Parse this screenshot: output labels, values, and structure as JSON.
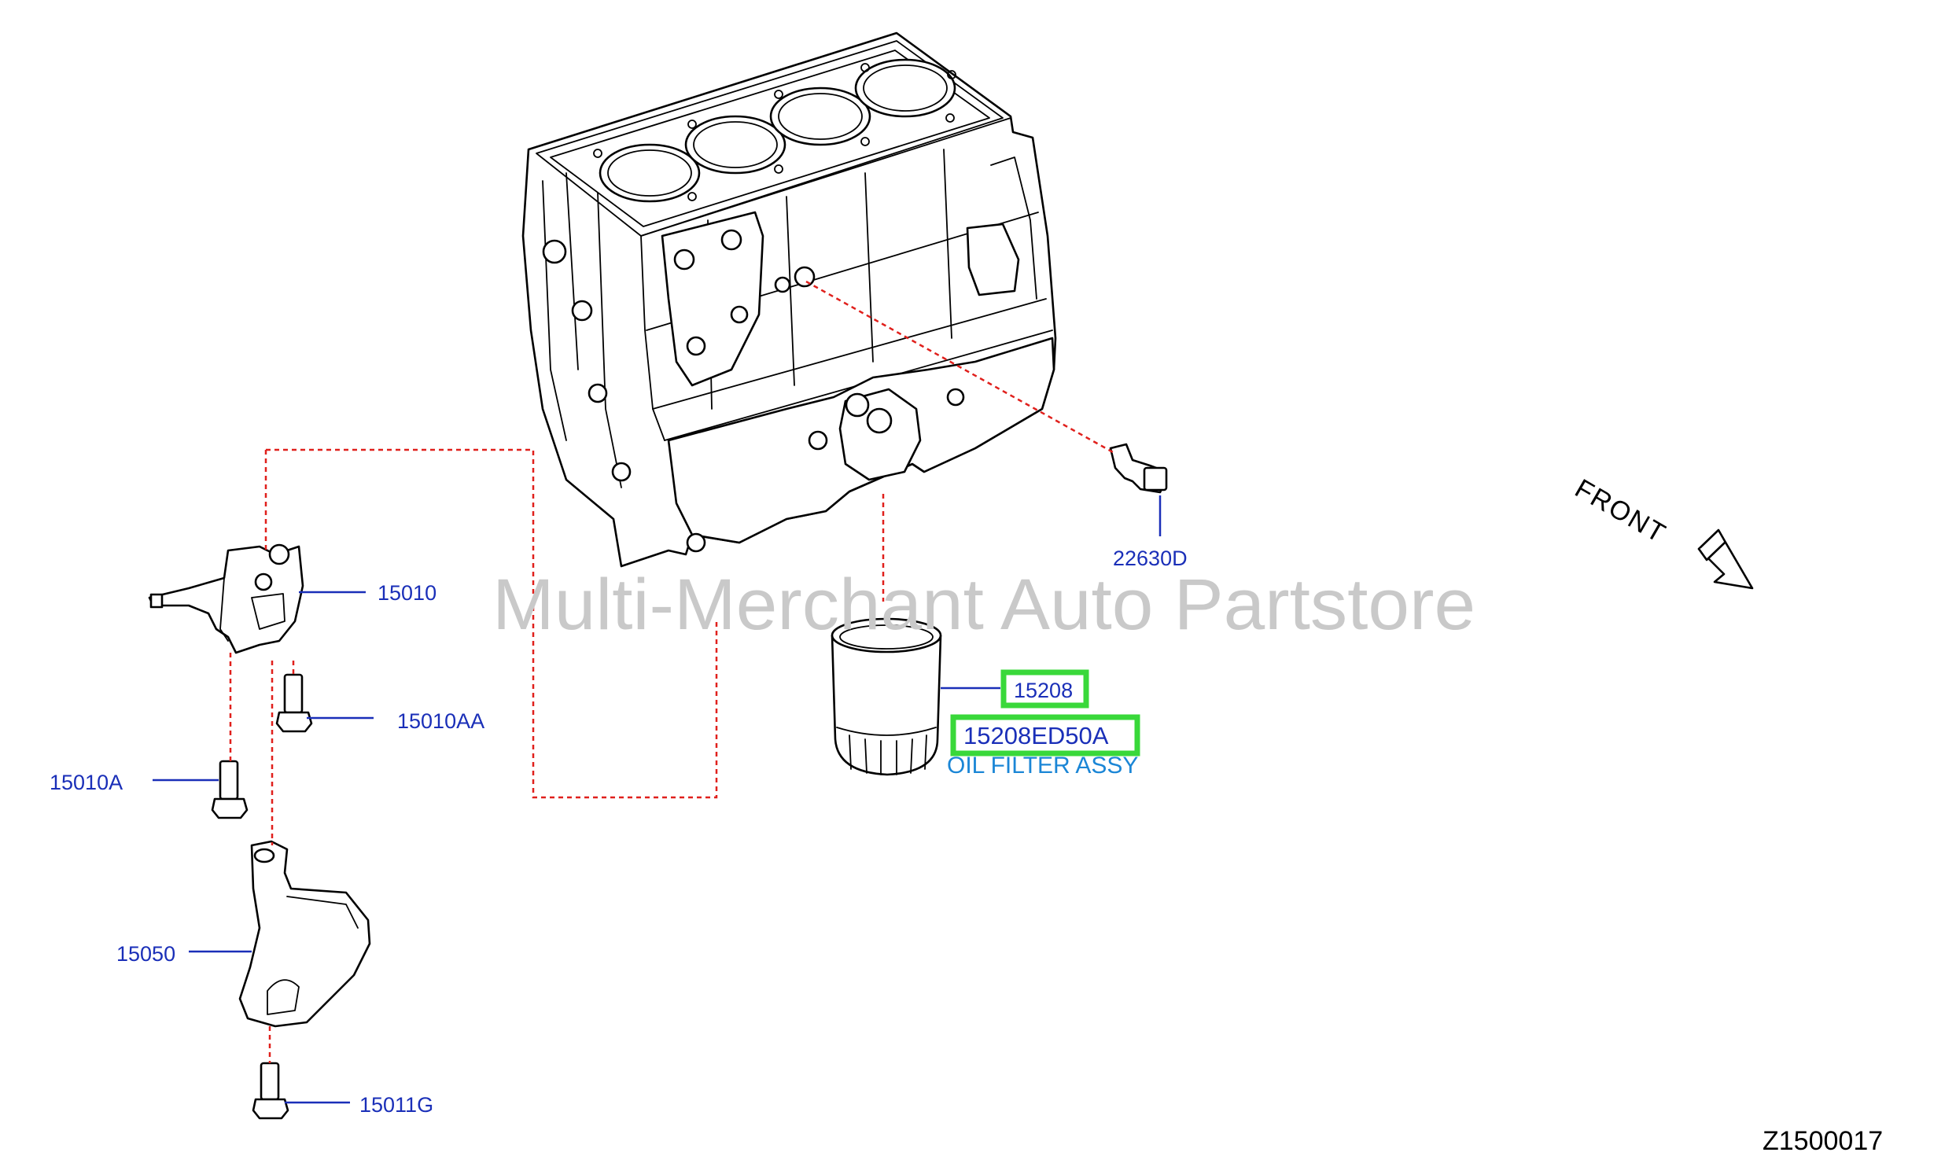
{
  "watermark": "Multi-Merchant Auto Partstore",
  "orientation": "FRONT",
  "diagram_code": "Z1500017",
  "colors": {
    "label": "#1a2fb8",
    "highlight": "#39d83a",
    "leader_dashed": "#e0201c",
    "description": "#1b86d6"
  },
  "parts": {
    "oil_pump": "15010",
    "pump_bolt_upper": "15010AA",
    "pump_bolt_lower": "15010A",
    "strainer": "15050",
    "strainer_bolt": "15011G",
    "temp_sensor": "22630D",
    "oil_filter": "15208",
    "oil_filter_part_number": "15208ED50A",
    "oil_filter_description": "OIL FILTER ASSY"
  }
}
